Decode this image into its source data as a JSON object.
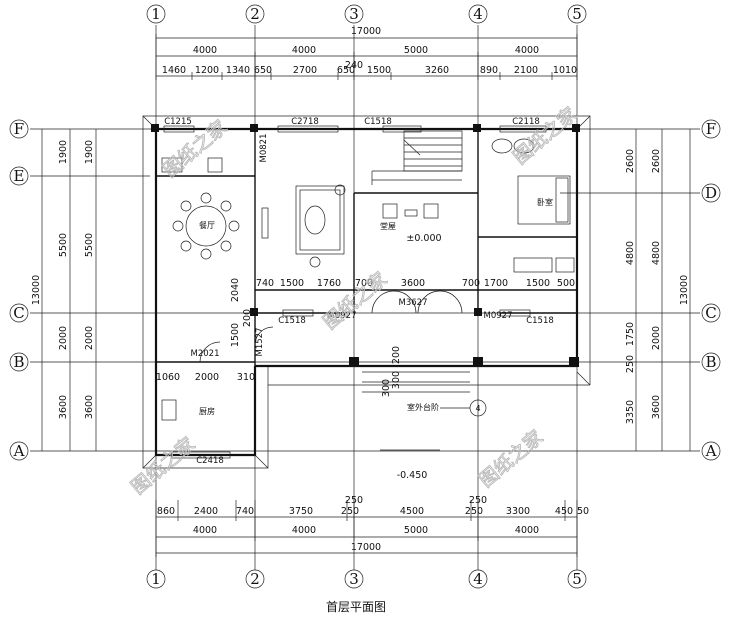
{
  "drawing_title": "首层平面图",
  "axes_vertical": [
    "1",
    "2",
    "3",
    "4",
    "5"
  ],
  "axes_horizontal": [
    "F",
    "E",
    "D",
    "C",
    "B",
    "A"
  ],
  "top_dims": {
    "total": "17000",
    "row1": [
      "4000",
      "4000",
      "5000",
      "4000"
    ],
    "row2": [
      "1460",
      "1200",
      "1340",
      "650",
      "2700",
      "650",
      "1500",
      "3260",
      "890",
      "2100",
      "1010"
    ],
    "mid": "240"
  },
  "bottom_dims": {
    "total": "17000",
    "row1": [
      "4000",
      "4000",
      "5000",
      "4000"
    ],
    "row2": [
      "860",
      "2400",
      "740",
      "3750",
      "250",
      "4500",
      "250",
      "3300",
      "450",
      "50"
    ],
    "mid": [
      "250",
      "250"
    ]
  },
  "left_dims": {
    "total": "13000",
    "outer": [
      "1900",
      "5500",
      "2000",
      "3600"
    ],
    "inner": [
      "1900",
      "5500",
      "2000",
      "3600"
    ]
  },
  "right_dims": {
    "total": "13000",
    "outer": [
      "2600",
      "4800",
      "1750",
      "250",
      "3350"
    ],
    "inner": [
      "2600",
      "4800",
      "2000",
      "3600"
    ]
  },
  "rooms": {
    "dining": "餐厅",
    "hall": "堂屋",
    "bedroom": "卧室",
    "kitchen": "厨房",
    "level_inside": "±0.000",
    "level_outside": "-0.450",
    "outdoor_steps": "室外台阶",
    "step_no": "4"
  },
  "openings": {
    "c1215": "C1215",
    "c2718": "C2718",
    "c1518_top": "C1518",
    "c2118": "C2118",
    "m0821": "M0821",
    "m3627": "M3627",
    "m0927_l": "M0927",
    "m0927_r": "M0927",
    "c1518_l": "C1518",
    "c1518_r": "C1518",
    "m1527": "M1527",
    "m2021": "M2021",
    "c2418": "C2418"
  },
  "inner_dims": {
    "row": [
      "740",
      "1500",
      "1760",
      "700",
      "3600",
      "700",
      "1700",
      "1500",
      "500"
    ],
    "d2040": "2040",
    "d1500": "1500",
    "d200": "200",
    "kitchen_row": [
      "1060",
      "2000",
      "310"
    ],
    "steps": [
      "300",
      "300",
      "200"
    ]
  },
  "watermark": "图纸之家"
}
